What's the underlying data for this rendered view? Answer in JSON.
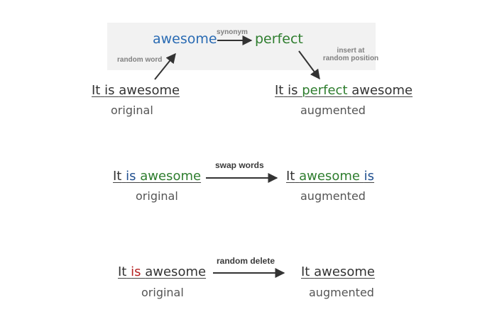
{
  "colors": {
    "awesome_blue": "#2a6bb3",
    "synonym_green": "#2e7d2e",
    "swap_navy": "#1f4f8f",
    "delete_red": "#b52222",
    "panel_gray": "#f2f2f2",
    "arrow": "#333333"
  },
  "synonym": {
    "source_word": "awesome",
    "target_word": "perfect",
    "relation_label": "synonym",
    "pick_label": "random word",
    "insert_label_line1": "insert at",
    "insert_label_line2": "random position",
    "original": {
      "w1": "It",
      "w2": "is",
      "w3": "awesome"
    },
    "original_caption": "original",
    "augmented": {
      "w1": "It",
      "w2": "is",
      "w3": "perfect",
      "w4": "awesome"
    },
    "augmented_caption": "augmented"
  },
  "swap": {
    "label": "swap words",
    "original": {
      "w1": "It",
      "w2": "is",
      "w3": "awesome"
    },
    "original_caption": "original",
    "augmented": {
      "w1": "It",
      "w2": "awesome",
      "w3": "is"
    },
    "augmented_caption": "augmented"
  },
  "delete": {
    "label": "random delete",
    "original": {
      "w1": "It",
      "w2": "is",
      "w3": "awesome"
    },
    "original_caption": "original",
    "augmented": {
      "w1": "It",
      "w2": "awesome"
    },
    "augmented_caption": "augmented"
  }
}
